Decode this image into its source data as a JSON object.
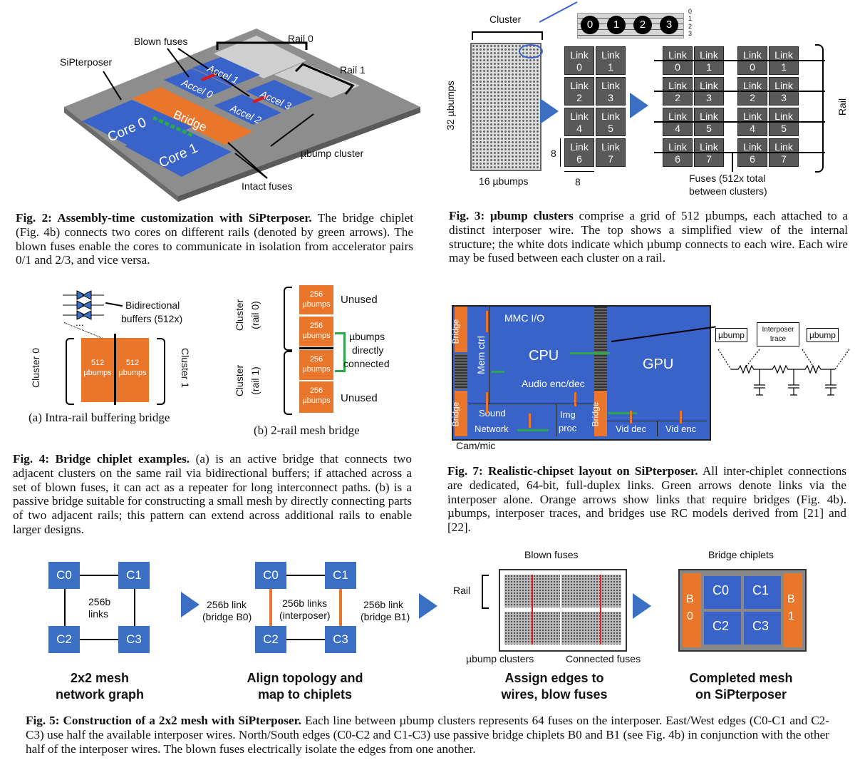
{
  "fig2": {
    "labels": {
      "blown_fuses": "Blown fuses",
      "rail0": "Rail 0",
      "rail1": "Rail 1",
      "siPterposer": "SiPterposer",
      "accel1": "Accel 1",
      "accel0": "Accel 0",
      "accel3": "Accel 3",
      "accel2": "Accel 2",
      "bridge": "Bridge",
      "core0": "Core 0",
      "core1": "Core 1",
      "ubump_cluster": "µbump cluster",
      "intact_fuses": "Intact fuses"
    },
    "caption_title": "Fig. 2: Assembly-time customization with SiPterposer.",
    "caption_body": " The bridge chiplet (Fig. 4b) connects two cores on different rails (denoted by green arrows). The blown fuses enable the cores to communicate in isolation from accelerator pairs 0/1 and 2/3, and vice versa."
  },
  "fig3": {
    "labels": {
      "cluster": "Cluster",
      "ubumps32": "32 µbumps",
      "ubumps16": "16 µbumps",
      "dim8a": "8",
      "dim8b": "8",
      "rail": "Rail",
      "fuses": "Fuses (512x total",
      "fuses2": "between clusters)",
      "dots": [
        "0",
        "1",
        "2",
        "3"
      ],
      "ticks": [
        "0",
        "1",
        "2",
        "3"
      ]
    },
    "links": [
      [
        "Link",
        "0"
      ],
      [
        "Link",
        "1"
      ],
      [
        "Link",
        "2"
      ],
      [
        "Link",
        "3"
      ],
      [
        "Link",
        "4"
      ],
      [
        "Link",
        "5"
      ],
      [
        "Link",
        "6"
      ],
      [
        "Link",
        "7"
      ]
    ],
    "caption_title": "Fig. 3: µbump clusters",
    "caption_body": " comprise a grid of 512 µbumps, each attached to a distinct interposer wire. The top shows a simplified view of the internal structure; the white dots indicate which µbump connects to each wire. Each wire may be fused between each cluster on a rail."
  },
  "fig4": {
    "labels": {
      "bidirectional": "Bidirectional",
      "buffers": "buffers (512x)",
      "cluster0": "Cluster 0",
      "cluster1": "Cluster 1",
      "ubumps512": "512",
      "ubumps_word": "µbumps",
      "sub_a": "(a) Intra-rail buffering bridge",
      "cluster_rail0": "Cluster",
      "rail0": "(rail 0)",
      "cluster_rail1": "Cluster",
      "rail1": "(rail 1)",
      "n256": "256",
      "unused1": "Unused",
      "unused2": "Unused",
      "directly1": "µbumps",
      "directly2": "directly",
      "directly3": "connected",
      "sub_b": "(b) 2-rail mesh bridge"
    },
    "caption_title": "Fig. 4: Bridge chiplet examples.",
    "caption_body": " (a) is an active bridge that connects two adjacent clusters on the same rail via bidirectional buffers; if attached across a set of blown fuses, it can act as a repeater for long interconnect paths. (b) is a passive bridge suitable for constructing a small mesh by directly connecting parts of two adjacent rails; this pattern can extend across additional rails to enable larger designs."
  },
  "fig7": {
    "labels": {
      "bridge": "Bridge",
      "mmc": "MMC I/O",
      "cpu": "CPU",
      "gpu": "GPU",
      "memctrl": "Mem ctrl",
      "audio": "Audio enc/dec",
      "sound": "Sound",
      "network": "Network",
      "img": "Img",
      "proc": "proc",
      "viddec": "Vid dec",
      "videnc": "Vid enc",
      "cam": "Cam/mic",
      "ubump1": "µbump",
      "ubump2": "µbump",
      "interposer": "Interposer",
      "trace": "trace"
    },
    "caption_title": "Fig. 7: Realistic-chipset layout on SiPterposer.",
    "caption_body": " All inter-chiplet connections are dedicated, 64-bit, full-duplex links. Green arrows denote links via the interposer alone. Orange arrows show links that require bridges (Fig. 4b). µbumps, interposer traces, and bridges use RC models derived from [21] and [22]."
  },
  "fig5": {
    "nodes": [
      "C0",
      "C1",
      "C2",
      "C3"
    ],
    "labels": {
      "links1": "256b",
      "links2": "links",
      "link_b0_1": "256b link",
      "link_b0_2": "(bridge B0)",
      "links_int1": "256b links",
      "links_int2": "(interposer)",
      "link_b1_1": "256b link",
      "link_b1_2": "(bridge B1)",
      "rail": "Rail",
      "blown": "Blown fuses",
      "ubump_clusters": "µbump clusters",
      "connected": "Connected fuses",
      "bridge_chiplets": "Bridge chiplets",
      "b": "B",
      "zero": "0",
      "one": "1"
    },
    "steps": [
      [
        "2x2 mesh",
        "network graph"
      ],
      [
        "Align topology and",
        "map to chiplets"
      ],
      [
        "Assign edges to",
        "wires, blow fuses"
      ],
      [
        "Completed mesh",
        "on SiPterposer"
      ]
    ],
    "caption_title": "Fig. 5: Construction of a 2x2 mesh with SiPterposer.",
    "caption_body": " Each line between µbump clusters represents 64 fuses on the interposer. East/West edges (C0-C1 and C2-C3) use half the available interposer wires. North/South edges (C0-C2 and C1-C3) use passive bridge chiplets B0 and B1 (see Fig. 4b) in conjunction with the other half of the interposer wires. The blown fuses electrically isolate the edges from one another."
  },
  "colors": {
    "blue": "#3a63c9",
    "orange": "#e9762b",
    "green": "#2aa84a",
    "gray": "#595959"
  }
}
